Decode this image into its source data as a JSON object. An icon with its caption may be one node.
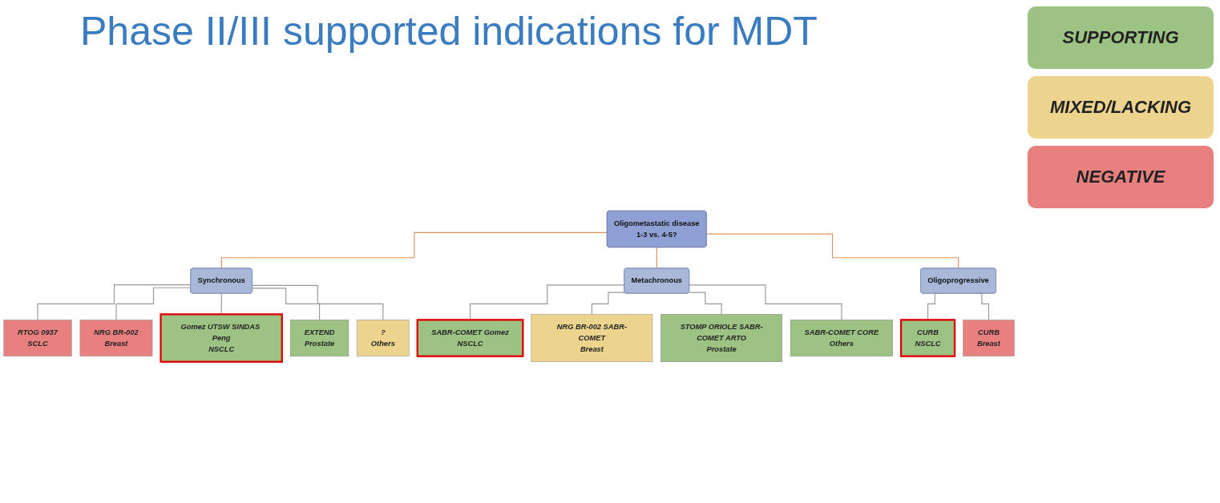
{
  "diagram": {
    "title": "Phase II/III supported indications for MDT",
    "nodes": [
      {
        "text": [
          "Oligometastatic disease",
          "1-3 vs. 4-5?"
        ]
      },
      {
        "text": [
          "Synchronous"
        ]
      },
      {
        "text": [
          "Metachronous"
        ]
      },
      {
        "text": [
          "Oligoprogressive"
        ]
      },
      {
        "text": [
          "RTOG 0937",
          "SCLC"
        ]
      },
      {
        "text": [
          "NRG BR-002",
          "Breast"
        ]
      },
      {
        "text": [
          "Gomez UTSW SINDAS Peng",
          "NSCLC"
        ]
      },
      {
        "text": [
          "EXTEND",
          "Prostate"
        ]
      },
      {
        "text": [
          "?",
          "Others"
        ]
      },
      {
        "text": [
          "SABR-COMET Gomez",
          "NSCLC"
        ]
      },
      {
        "text": [
          "NRG BR-002 SABR-COMET",
          "Breast"
        ]
      },
      {
        "text": [
          "STOMP ORIOLE SABR-COMET ARTO",
          "Prostate"
        ]
      },
      {
        "text": [
          "SABR-COMET CORE",
          "Others"
        ]
      },
      {
        "text": [
          "CURB",
          "NSCLC"
        ]
      },
      {
        "text": [
          "CURB",
          "Breast"
        ]
      }
    ],
    "edges": [
      {
        "from": 0,
        "to": 1,
        "arrow": "none",
        "color": "#e0945a"
      },
      {
        "from": 0,
        "to": 2,
        "arrow": "none",
        "color": "#e0945a"
      },
      {
        "from": 0,
        "to": 3,
        "arrow": "none",
        "color": "#e0945a"
      },
      {
        "from": 1,
        "to": 4,
        "arrow": "none"
      },
      {
        "from": 1,
        "to": 5,
        "arrow": "none"
      },
      {
        "from": 1,
        "to": 6,
        "arrow": "none"
      },
      {
        "from": 1,
        "to": 7,
        "arrow": "none"
      },
      {
        "from": 1,
        "to": 8,
        "arrow": "none"
      },
      {
        "from": 2,
        "to": 9,
        "arrow": "none"
      },
      {
        "from": 2,
        "to": 10,
        "arrow": "none"
      },
      {
        "from": 2,
        "to": 11,
        "arrow": "none"
      },
      {
        "from": 2,
        "to": 12,
        "arrow": "none"
      },
      {
        "from": 3,
        "to": 13,
        "arrow": "none"
      },
      {
        "from": 3,
        "to": 14,
        "arrow": "none"
      }
    ],
    "legend": [
      {
        "text": "SUPPORTING",
        "color": "#9dc384"
      },
      {
        "text": "MIXED/LACKING",
        "color": "#ecd38e"
      },
      {
        "text": "NEGATIVE",
        "color": "#e88080"
      }
    ]
  }
}
